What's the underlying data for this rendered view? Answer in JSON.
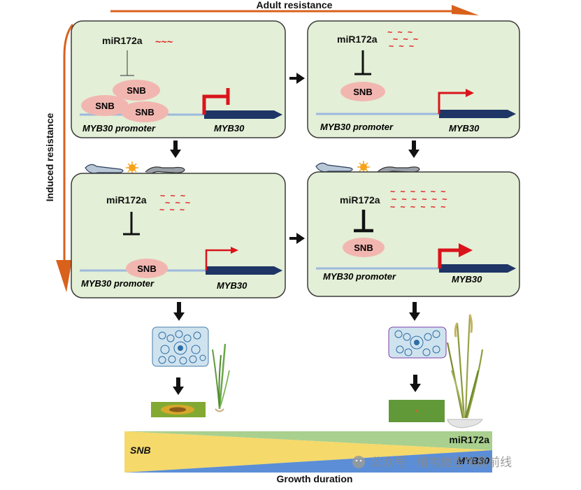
{
  "arrows": {
    "adult_resistance": "Adult resistance",
    "induced_resistance": "Induced resistance"
  },
  "panels": {
    "top_left": {
      "mirna": "miR172a",
      "snb": [
        "SNB",
        "SNB",
        "SNB"
      ],
      "promoter": "MYB30 promoter",
      "gene": "MYB30"
    },
    "top_right": {
      "mirna": "miR172a",
      "snb": [
        "SNB"
      ],
      "promoter": "MYB30 promoter",
      "gene": "MYB30"
    },
    "bottom_left": {
      "mirna": "miR172a",
      "snb": [
        "SNB"
      ],
      "promoter": "MYB30 promoter",
      "gene": "MYB30"
    },
    "bottom_right": {
      "mirna": "miR172a",
      "snb": [
        "SNB"
      ],
      "promoter": "MYB30 promoter",
      "gene": "MYB30"
    }
  },
  "gradient": {
    "left_label": "SNB",
    "right_top_label": "miR172a",
    "right_bottom_label": "MYB30",
    "axis_label": "Growth duration"
  },
  "watermark": "公众号 · 植物微生物最前线",
  "colors": {
    "panel_fill": "#e3efd6",
    "panel_stroke": "#3b3b3b",
    "arrow_orange": "#d9611c",
    "snb_fill": "#f2b6b0",
    "mirna_red": "#e02020",
    "promoter_line": "#9cb9de",
    "gene_navy": "#1e3566",
    "tss_red": "#d9141c",
    "yellow": "#f5d96b",
    "green": "#a9d08e",
    "blue": "#5b8ed6"
  }
}
